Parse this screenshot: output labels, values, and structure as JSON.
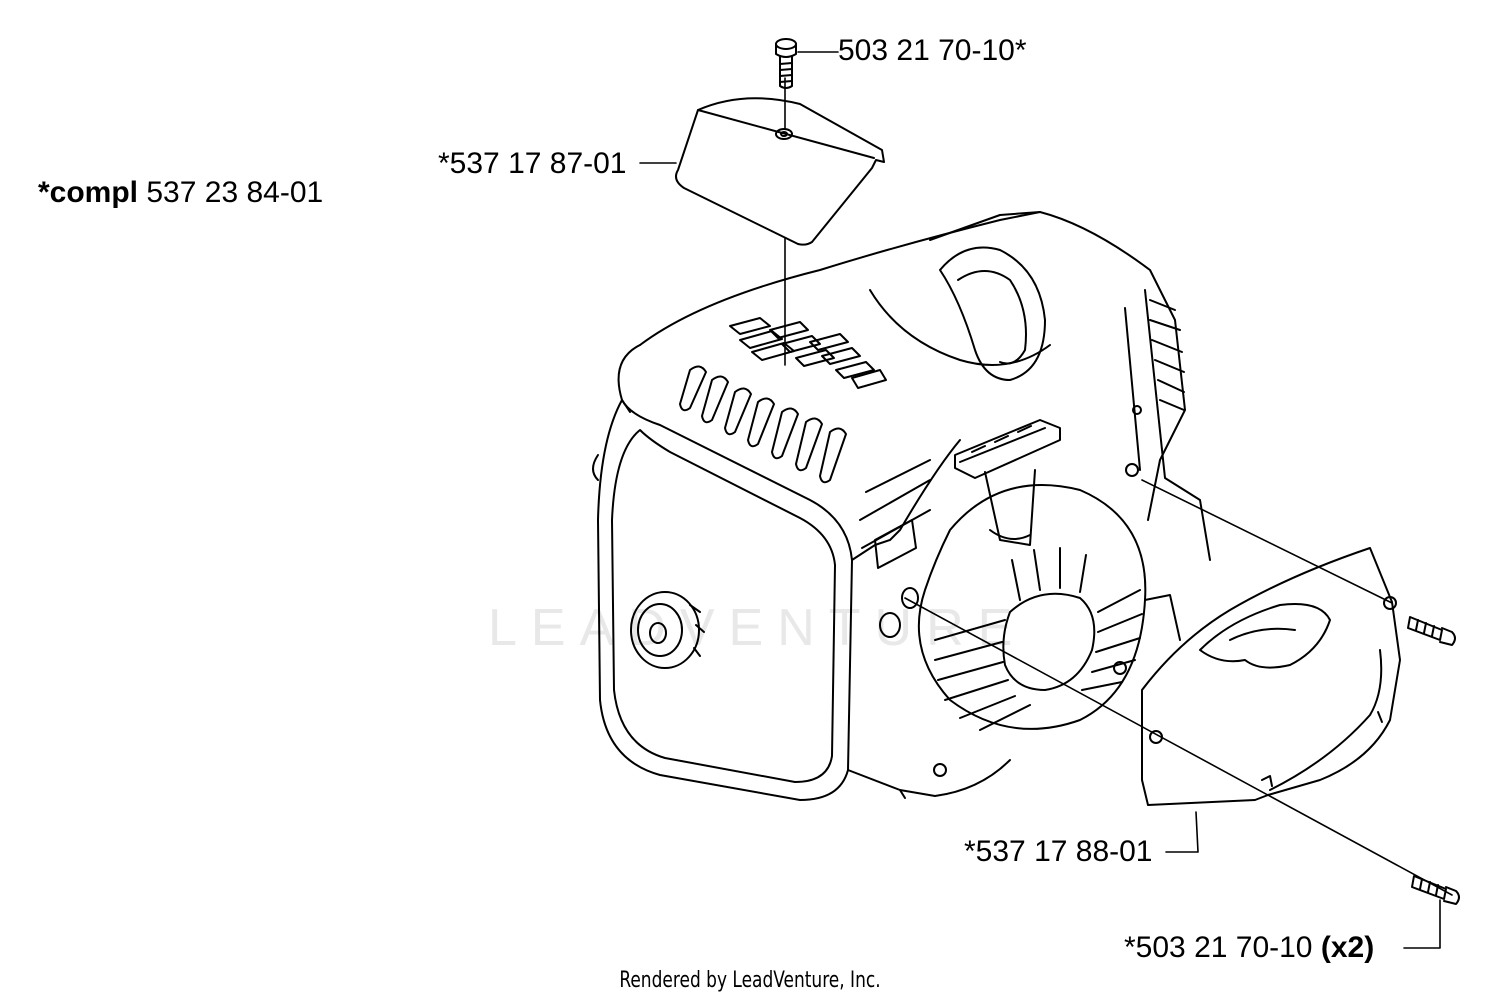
{
  "labels": {
    "compl_prefix": "*compl",
    "compl_number": "537 23 84-01",
    "top_screw": "503 21 70-10*",
    "top_cover": "*537 17 87-01",
    "side_cover": "*537 17 88-01",
    "bottom_screws": "*503 21 70-10",
    "bottom_screws_qty": "(x2)"
  },
  "watermark": "LEADVENTURE",
  "footer": "Rendered by LeadVenture, Inc."
}
